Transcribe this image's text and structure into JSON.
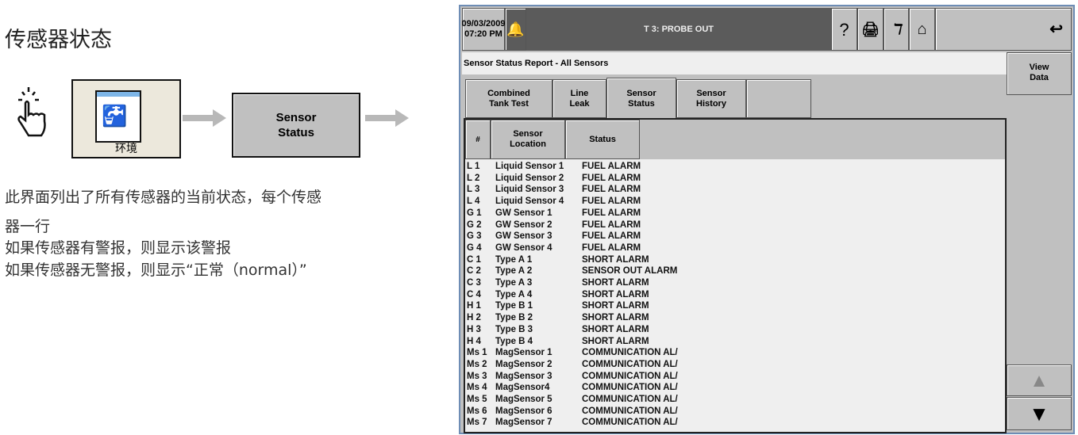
{
  "doc": {
    "title": "传感器状态",
    "icon_label": "环境",
    "button_label": "Sensor\nStatus",
    "paragraph": [
      "此界面列出了所有传感器的当前状态，每个传感",
      "器一行",
      "如果传感器有警报，则显示该警报",
      "如果传感器无警报，则显示“正常（normal）”"
    ]
  },
  "screen": {
    "date": "09/03/2009",
    "time": "07:20 PM",
    "alarm_message": "T 3: PROBE OUT",
    "report_title": "Sensor Status Report - All Sensors",
    "view_data": "View\nData",
    "tabs": [
      "Combined\nTank Test",
      "Line\nLeak",
      "Sensor\nStatus",
      "Sensor\nHistory"
    ],
    "active_tab": "Sensor Status",
    "columns": [
      "#",
      "Sensor\nLocation",
      "Status"
    ],
    "rows": [
      [
        "L 1",
        "Liquid Sensor 1",
        "FUEL ALARM"
      ],
      [
        "L 2",
        "Liquid Sensor 2",
        "FUEL ALARM"
      ],
      [
        "L 3",
        "Liquid Sensor 3",
        "FUEL ALARM"
      ],
      [
        "L 4",
        "Liquid Sensor 4",
        "FUEL ALARM"
      ],
      [
        "G 1",
        "GW Sensor 1",
        "FUEL ALARM"
      ],
      [
        "G 2",
        "GW Sensor 2",
        "FUEL ALARM"
      ],
      [
        "G 3",
        "GW Sensor 3",
        "FUEL ALARM"
      ],
      [
        "G 4",
        "GW Sensor 4",
        "FUEL ALARM"
      ],
      [
        "C 1",
        "Type A 1",
        "SHORT ALARM"
      ],
      [
        "C 2",
        "Type A 2",
        "SENSOR OUT ALARM"
      ],
      [
        "C 3",
        "Type A 3",
        "SHORT ALARM"
      ],
      [
        "C 4",
        "Type A 4",
        "SHORT ALARM"
      ],
      [
        "H 1",
        "Type B 1",
        "SHORT ALARM"
      ],
      [
        "H 2",
        "Type B 2",
        "SHORT ALARM"
      ],
      [
        "H 3",
        "Type B 3",
        "SHORT ALARM"
      ],
      [
        "H 4",
        "Type B 4",
        "SHORT ALARM"
      ],
      [
        "Ms 1",
        "MagSensor 1",
        "COMMUNICATION AL/"
      ],
      [
        "Ms 2",
        "MagSensor 2",
        "COMMUNICATION AL/"
      ],
      [
        "Ms 3",
        "MagSensor 3",
        "COMMUNICATION AL/"
      ],
      [
        "Ms 4",
        "MagSensor4",
        "COMMUNICATION AL/"
      ],
      [
        "Ms 5",
        "MagSensor 5",
        "COMMUNICATION AL/"
      ],
      [
        "Ms 6",
        "MagSensor 6",
        "COMMUNICATION AL/"
      ],
      [
        "Ms 7",
        "MagSensor 7",
        "COMMUNICATION AL/"
      ]
    ]
  }
}
